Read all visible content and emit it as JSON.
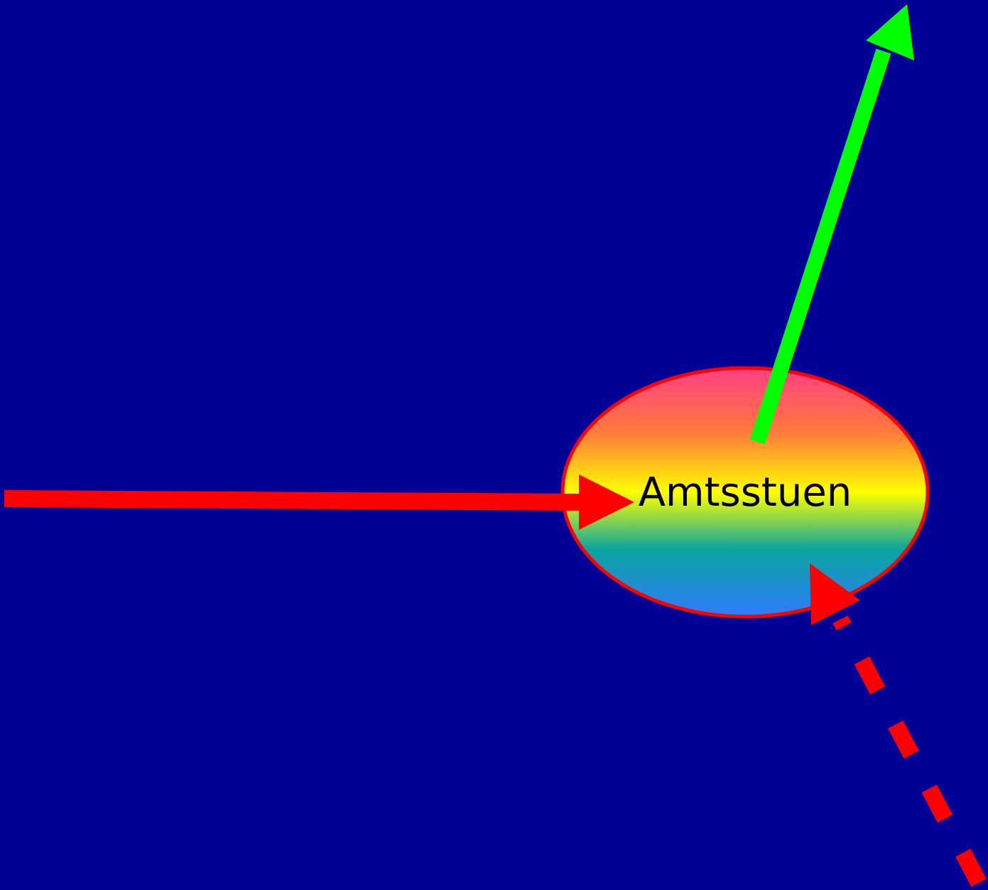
{
  "diagram": {
    "background_color": "#000096",
    "node": {
      "label": "Amtsstuen",
      "border_color": "#ff0000",
      "gradient_colors": [
        "#ff3e86",
        "#ff7a3a",
        "#ffff00",
        "#0aa5a0",
        "#2f7bff"
      ]
    },
    "arrows": [
      {
        "id": "incoming-left",
        "color": "#ff0000",
        "style": "solid",
        "direction": "into-node"
      },
      {
        "id": "outgoing-up",
        "color": "#00ff00",
        "style": "solid",
        "direction": "out-of-node"
      },
      {
        "id": "incoming-bottom-right",
        "color": "#ff0000",
        "style": "dashed",
        "direction": "into-node"
      }
    ]
  }
}
